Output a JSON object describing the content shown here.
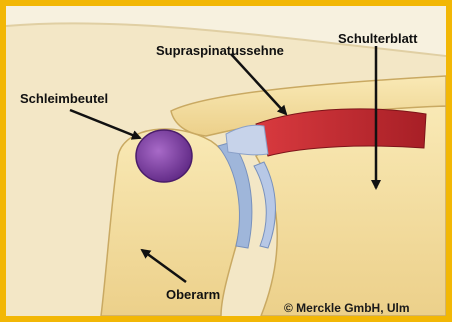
{
  "labels": {
    "supraspinatus": "Supraspinatussehne",
    "scapula": "Schulterblatt",
    "bursa": "Schleimbeutel",
    "humerus": "Oberarm"
  },
  "copyright": "© Merckle GmbH, Ulm",
  "colors": {
    "frame": "#f2b705",
    "bone": "#f5dfa0",
    "cartilage": "#9fb6da",
    "muscle": "#c0272d",
    "bursa": "#7b3aa0",
    "background": "#f7f1df"
  }
}
